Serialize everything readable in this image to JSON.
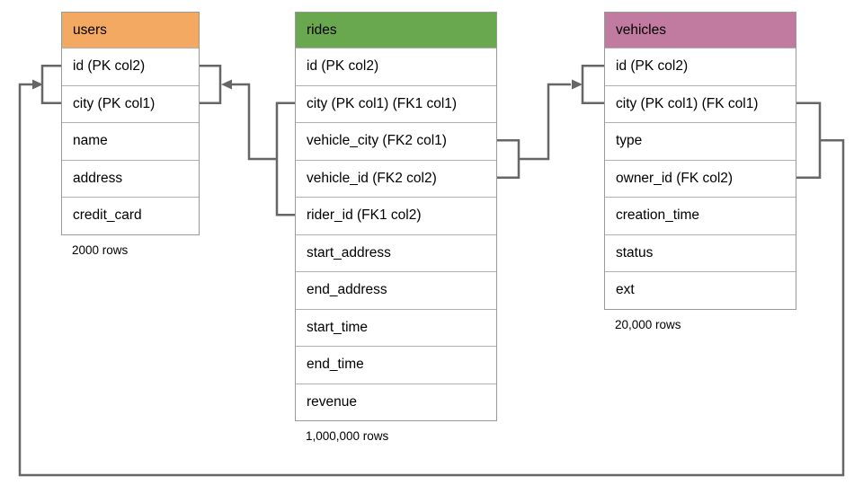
{
  "diagram": {
    "line_color": "#666666",
    "tables": [
      {
        "id": "users",
        "title": "users",
        "header_color": "#f3a962",
        "rows": [
          "id (PK col2)",
          "city (PK col1)",
          "name",
          "address",
          "credit_card"
        ],
        "row_count": "2000 rows"
      },
      {
        "id": "rides",
        "title": "rides",
        "header_color": "#6aa84f",
        "rows": [
          "id (PK col2)",
          "city (PK col1) (FK1 col1)",
          "vehicle_city (FK2 col1)",
          "vehicle_id (FK2 col2)",
          "rider_id (FK1 col2)",
          "start_address",
          "end_address",
          "start_time",
          "end_time",
          "revenue"
        ],
        "row_count": "1,000,000 rows"
      },
      {
        "id": "vehicles",
        "title": "vehicles",
        "header_color": "#c27ba0",
        "rows": [
          "id (PK col2)",
          "city (PK col1) (FK col1)",
          "type",
          "owner_id (FK col2)",
          "creation_time",
          "status",
          "ext"
        ],
        "row_count": "20,000 rows"
      }
    ],
    "relationships": [
      {
        "from": "rides (FK1: city, rider_id)",
        "to": "users (PK: id, city)"
      },
      {
        "from": "rides (FK2: vehicle_city, vehicle_id)",
        "to": "vehicles (PK: id, city)"
      },
      {
        "from": "vehicles (FK: city, owner_id)",
        "to": "users (PK: id, city)"
      }
    ]
  }
}
